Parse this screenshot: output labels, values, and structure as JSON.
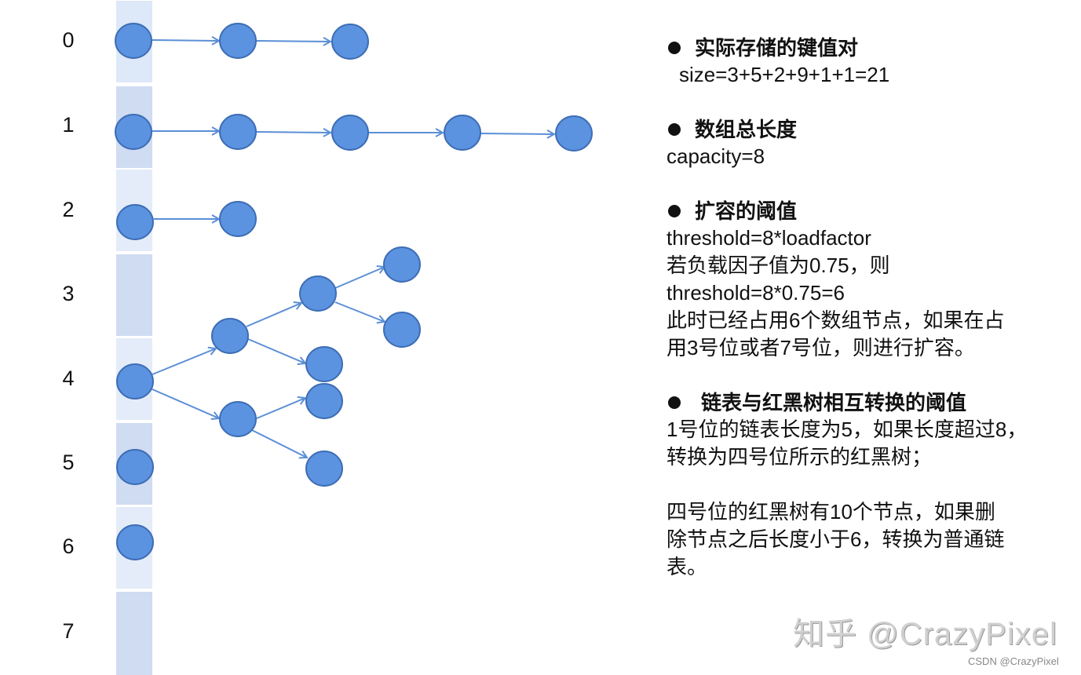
{
  "diagram": {
    "title": "HashMap bucket array with linked lists and red-black tree",
    "colors": {
      "node_fill": "#5b93e0",
      "node_stroke": "#3e6db4",
      "edge": "#5b8fd6",
      "cell_light": "#dde8f8",
      "cell_dark": "#cfdcf2"
    },
    "array_indices": [
      "0",
      "1",
      "2",
      "3",
      "4",
      "5",
      "6",
      "7"
    ],
    "buckets": [
      {
        "index": 0,
        "type": "linked-list",
        "nodes": 3
      },
      {
        "index": 1,
        "type": "linked-list",
        "nodes": 5
      },
      {
        "index": 2,
        "type": "linked-list",
        "nodes": 2
      },
      {
        "index": 3,
        "type": "empty",
        "nodes": 0
      },
      {
        "index": 4,
        "type": "red-black-tree",
        "nodes": 9
      },
      {
        "index": 5,
        "type": "linked-list",
        "nodes": 1
      },
      {
        "index": 6,
        "type": "linked-list",
        "nodes": 1
      },
      {
        "index": 7,
        "type": "empty",
        "nodes": 0
      }
    ]
  },
  "notes": {
    "section1": {
      "heading": "实际存储的键值对",
      "lines": [
        "size=3+5+2+9+1+1=21"
      ]
    },
    "section2": {
      "heading": "数组总长度",
      "lines": [
        "capacity=8"
      ]
    },
    "section3": {
      "heading": "扩容的阈值",
      "lines": [
        "threshold=8*loadfactor",
        "若负载因子值为0.75，则",
        "threshold=8*0.75=6",
        "此时已经占用6个数组节点，如果在占",
        "用3号位或者7号位，则进行扩容。"
      ]
    },
    "section4": {
      "heading": "链表与红黑树相互转换的阈值",
      "lines": [
        "1号位的链表长度为5，如果长度超过8，",
        "转换为四号位所示的红黑树；",
        "",
        "四号位的红黑树有10个节点，如果删",
        "除节点之后长度小于6，转换为普通链",
        "表。"
      ]
    }
  },
  "watermark": {
    "zhihu": "知乎 @CrazyPixel",
    "csdn": "CSDN @CrazyPixel"
  }
}
